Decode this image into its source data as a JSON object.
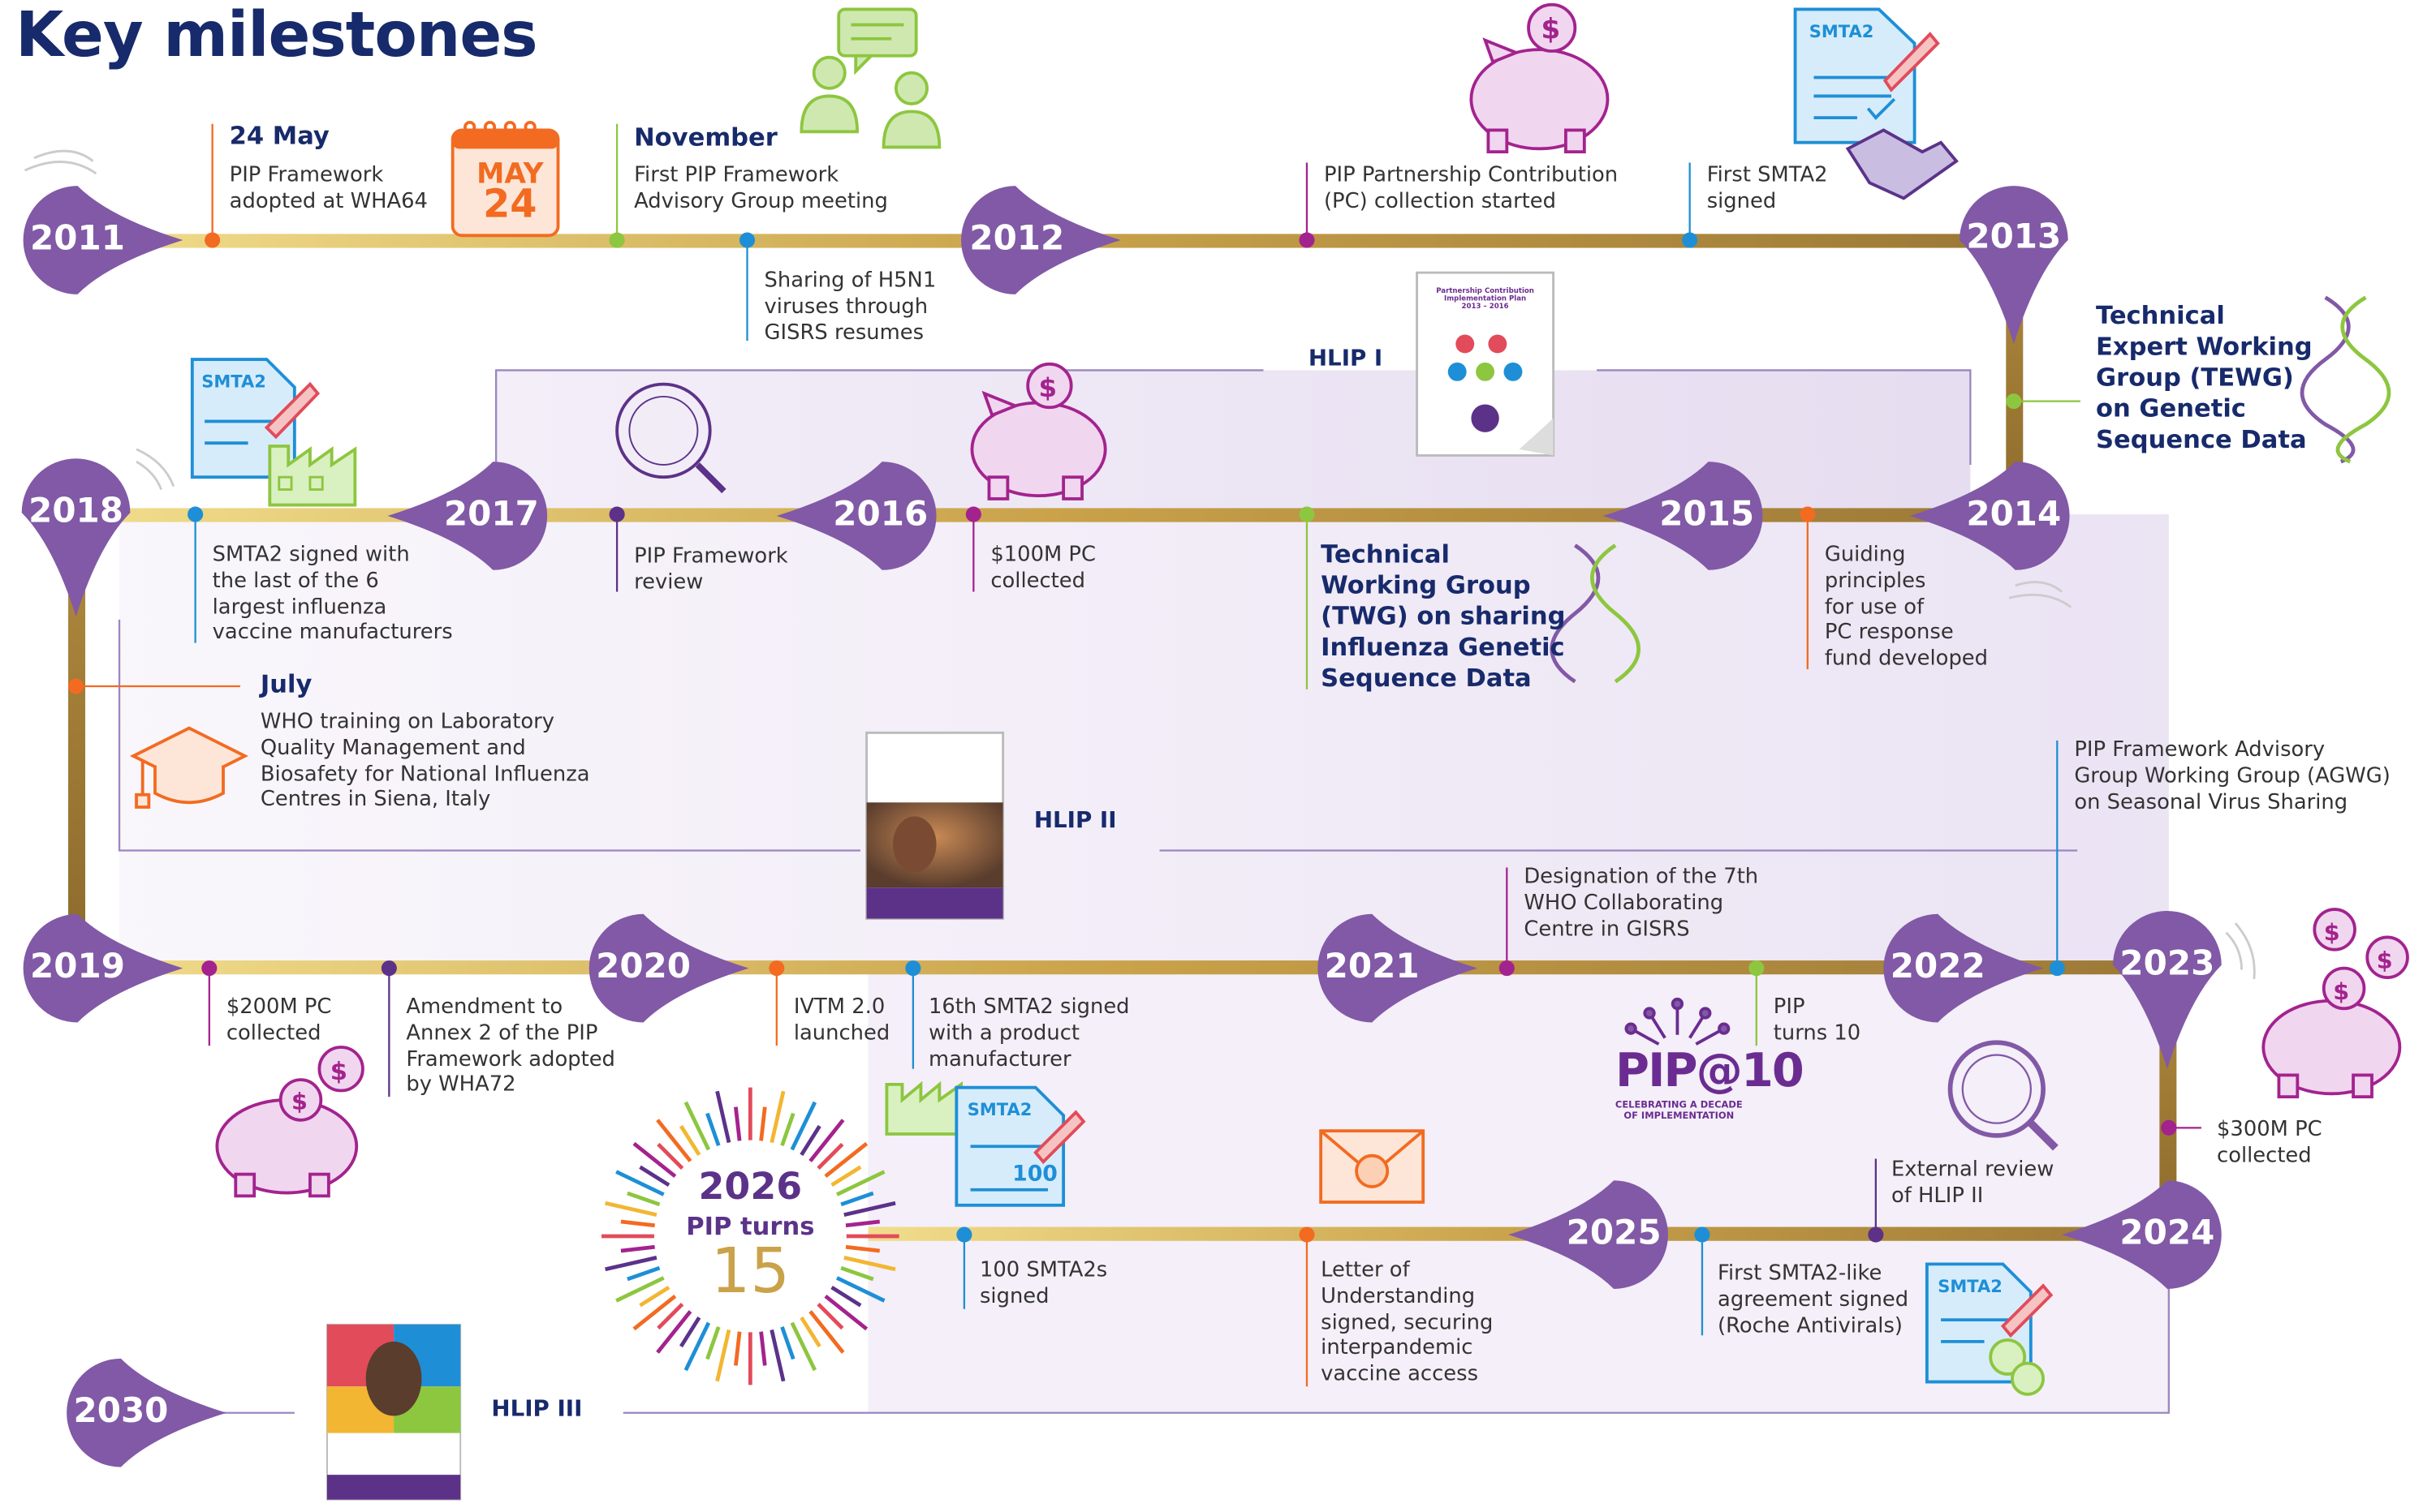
{
  "title": "Key milestones",
  "colors": {
    "track": "#c9a24a",
    "purple_marker": "#8159a6",
    "navy": "#172a6b",
    "orange": "#f26b21",
    "green": "#8dc63f",
    "blue": "#1e8fd6",
    "magenta": "#a3238e",
    "dark_purple": "#5c3289",
    "band_fill": "#ede7f3"
  },
  "years": {
    "y2011": "2011",
    "y2012": "2012",
    "y2013": "2013",
    "y2014": "2014",
    "y2015": "2015",
    "y2016": "2016",
    "y2017": "2017",
    "y2018": "2018",
    "y2019": "2019",
    "y2020": "2020",
    "y2021": "2021",
    "y2022": "2022",
    "y2023": "2023",
    "y2024": "2024",
    "y2025": "2025",
    "y2030": "2030"
  },
  "milestones": {
    "m2011_may_date": "24 May",
    "m2011_may_text": "PIP Framework\nadopted at WHA64",
    "m2011_nov_date": "November",
    "m2011_nov_text": "First PIP Framework\nAdvisory Group meeting",
    "m2011_h5n1": "Sharing of H5N1\nviruses through\nGISRS resumes",
    "m2012_pc": "PIP Partnership Contribution\n(PC) collection started",
    "m2012_smta2": "First SMTA2\nsigned",
    "tewg": "Technical\nExpert Working\nGroup (TEWG)\non Genetic\nSequence Data",
    "m2017_smta2": "SMTA2 signed with\nthe last of the 6\nlargest influenza\nvaccine manufacturers",
    "m2016_review": "PIP Framework\nreview",
    "m2016_pc": "$100M PC\ncollected",
    "twg": "Technical\nWorking Group\n(TWG) on sharing\nInfluenza Genetic\nSequence Data",
    "m2014_guiding": "Guiding\nprinciples\nfor use of\nPC response\nfund developed",
    "m2018_july_date": "July",
    "m2018_july_text": "WHO training on Laboratory\nQuality Management and\nBiosafety for National Influenza\nCentres in Siena, Italy",
    "agwg": "PIP Framework Advisory\nGroup Working Group (AGWG)\non Seasonal Virus Sharing",
    "m2021_cc": "Designation of the 7th\nWHO Collaborating\nCentre in GISRS",
    "m2019_pc": "$200M PC\ncollected",
    "m2019_annex": "Amendment to\nAnnex 2 of the PIP\nFramework adopted\nby WHA72",
    "m2020_ivtm": "IVTM 2.0\nlaunched",
    "m2020_16th": "16th SMTA2 signed\nwith a product\nmanufacturer",
    "m2021_pip10": "PIP\nturns 10",
    "m2024_pc": "$300M PC\ncollected",
    "m2024_review": "External review\nof HLIP II",
    "m2025_100": "100 SMTA2s\nsigned",
    "m2025_letter": "Letter of\nUnderstanding\nsigned, securing\ninterpandemic\nvaccine access",
    "m2025_first": "First SMTA2-like\nagreement signed\n(Roche Antivirals)"
  },
  "hlip": {
    "i": "HLIP I",
    "ii": "HLIP II",
    "iii": "HLIP III"
  },
  "icons": {
    "calendar": {
      "month": "MAY",
      "day": "24"
    },
    "smta2": "SMTA2",
    "smta2_count": "100",
    "pip10": {
      "title": "PIP@10",
      "subtitle": "CELEBRATING A DECADE\nOF IMPLEMENTATION"
    },
    "burst": {
      "year": "2026",
      "text": "PIP turns",
      "number": "15"
    }
  },
  "covers": {
    "hlip1_title": "Partnership Contribution\nImplementation Plan\n2013 – 2016",
    "hlip3_title": "Pandemic Influenza\nPreparedness Framework"
  }
}
